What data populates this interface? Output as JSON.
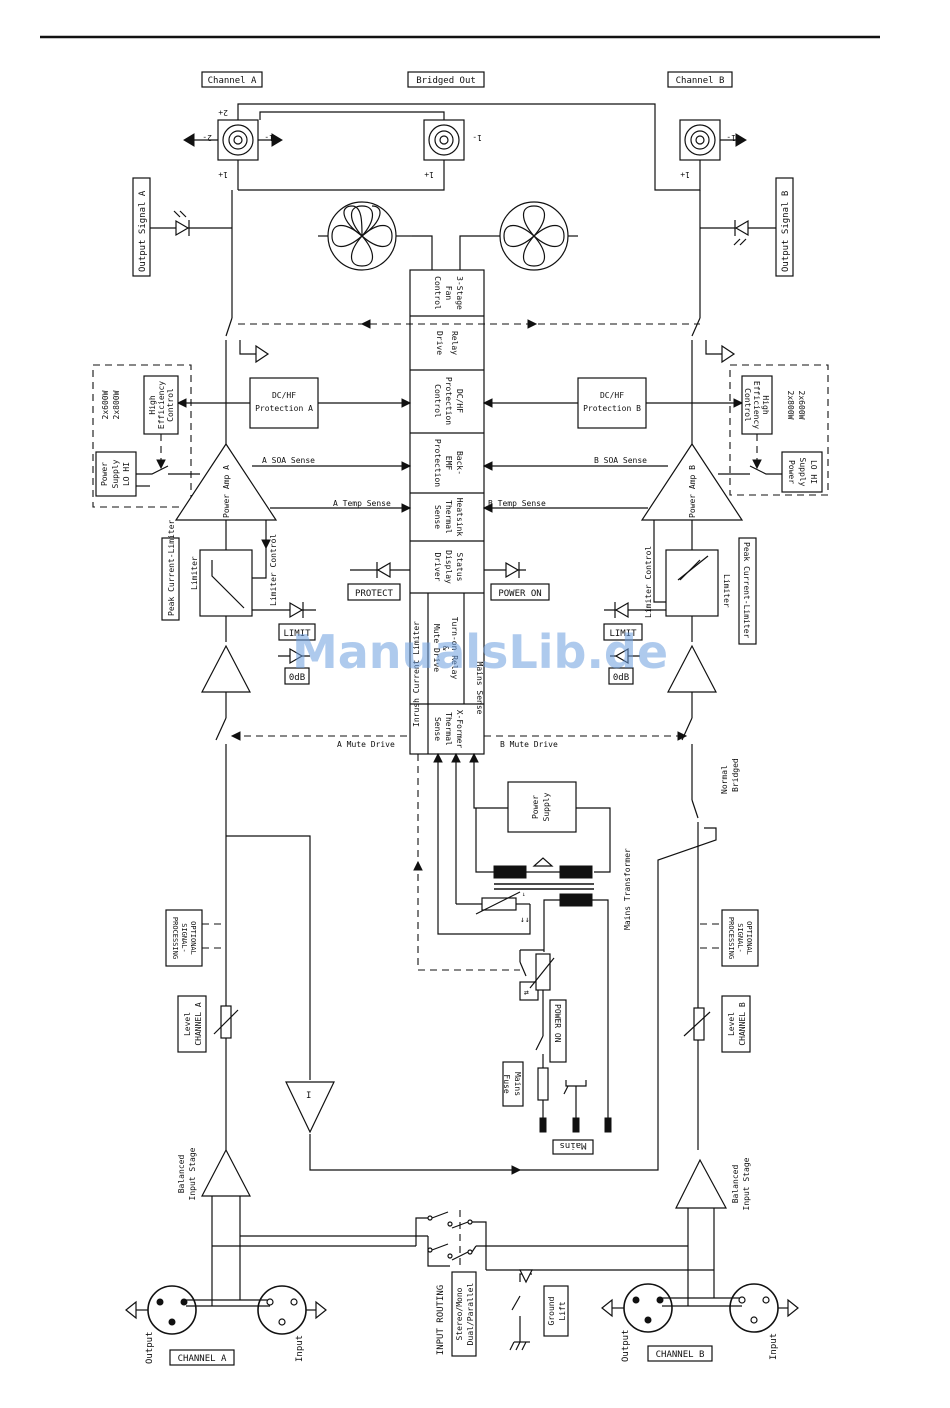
{
  "watermark": "ManualsLib.de",
  "outputs": {
    "channel_a": "Channel A",
    "bridged": "Bridged Out",
    "channel_b": "Channel B",
    "pin_1p": "1+",
    "pin_1m": "1-",
    "pin_2p": "2+",
    "pin_2m": "2-"
  },
  "side_a": {
    "output_signal": "Output Signal A",
    "dchf_protection": [
      "DC/HF",
      "Protection A"
    ],
    "high_eff": [
      "High",
      "Efficiency",
      "Control"
    ],
    "power_rating": [
      "2x600W",
      "2x800W"
    ],
    "power_supply": [
      "Power",
      "Supply",
      "LO    HI"
    ],
    "power_amp": "Power Amp A",
    "soa_sense": "A SOA Sense",
    "temp_sense": "A Temp Sense",
    "peak_limiter": "Peak Current-Limiter",
    "limiter": "Limiter",
    "limiter_control": "Limiter Control",
    "limit": "LIMIT",
    "zero_db": "0dB",
    "mute_drive": "A Mute Drive",
    "optional_sp": [
      "OPTIONAL",
      "SIGNAL-",
      "PROCESSING"
    ],
    "level": [
      "Level",
      "CHANNEL A"
    ],
    "balanced": [
      "Balanced",
      "Input Stage"
    ],
    "output_label": "Output",
    "input_label": "Input",
    "channel_label": "CHANNEL A"
  },
  "side_b": {
    "output_signal": "Output Signal B",
    "dchf_protection": [
      "DC/HF",
      "Protection B"
    ],
    "high_eff": [
      "High",
      "Efficiency",
      "Control"
    ],
    "power_rating": [
      "2x600W",
      "2x800W"
    ],
    "power_supply": [
      "LO    HI",
      "Supply",
      "Power"
    ],
    "power_amp": "Power Amp B",
    "soa_sense": "B SOA Sense",
    "temp_sense": "B Temp Sense",
    "peak_limiter": "Peak Current-Limiter",
    "limiter": "Limiter",
    "limiter_control": "Limiter Control",
    "limit": "LIMIT",
    "zero_db": "0dB",
    "mute_drive": "B Mute Drive",
    "optional_sp": [
      "OPTIONAL",
      "SIGNAL-",
      "PROCESSING"
    ],
    "level": [
      "Level",
      "CHANNEL B"
    ],
    "balanced": [
      "Balanced",
      "Input Stage"
    ],
    "output_label": "Output",
    "input_label": "Input",
    "channel_label": "CHANNEL B",
    "normal_bridged": [
      "Normal",
      "Bridged"
    ]
  },
  "center": {
    "fan_control": [
      "3-Stage",
      "Fan",
      "Control"
    ],
    "relay_drive": [
      "Relay",
      "Drive"
    ],
    "dchf_control": [
      "DC/HF",
      "Protection",
      "Control"
    ],
    "back_emf": [
      "Back-",
      "EMF",
      "Protection"
    ],
    "heatsink": [
      "Heatsink",
      "Thermal",
      "Sense"
    ],
    "status_display": [
      "Status",
      "Display",
      "Driver"
    ],
    "inrush": "Inrush Current Limiter",
    "turn_on": [
      "Turn-on Relay",
      "&",
      "Mute Drive"
    ],
    "mains_sense": "Mains Sense",
    "xformer": [
      "X-Former",
      "Thermal",
      "Sense"
    ],
    "protect": "PROTECT",
    "power_on": "POWER ON",
    "power_supply": [
      "Power",
      "Supply"
    ],
    "mains_transformer": "Mains Transformer",
    "power_on_switch": "POWER ON",
    "mains_fuse": [
      "Mains",
      "Fuse"
    ],
    "mains": "Mains",
    "input_routing": [
      "INPUT ROUTING",
      "Stereo/Mono",
      "Dual/Parallel"
    ],
    "ground_lift": [
      "Ground",
      "Lift"
    ]
  }
}
